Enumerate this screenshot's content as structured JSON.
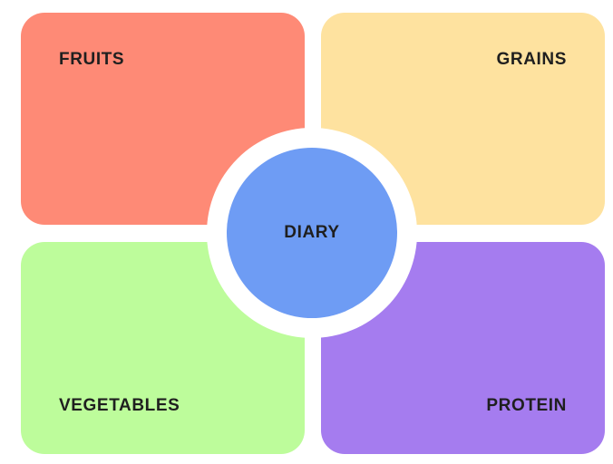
{
  "quadrants": {
    "fruits": {
      "label": "FRUITS",
      "color": "#fe8a76"
    },
    "grains": {
      "label": "GRAINS",
      "color": "#fee29f"
    },
    "vegetables": {
      "label": "VEGETABLES",
      "color": "#bdfc9b"
    },
    "protein": {
      "label": "PROTEIN",
      "color": "#a57cef"
    }
  },
  "center": {
    "label": "DIARY",
    "color": "#6e9cf4",
    "ring_color": "#ffffff"
  }
}
